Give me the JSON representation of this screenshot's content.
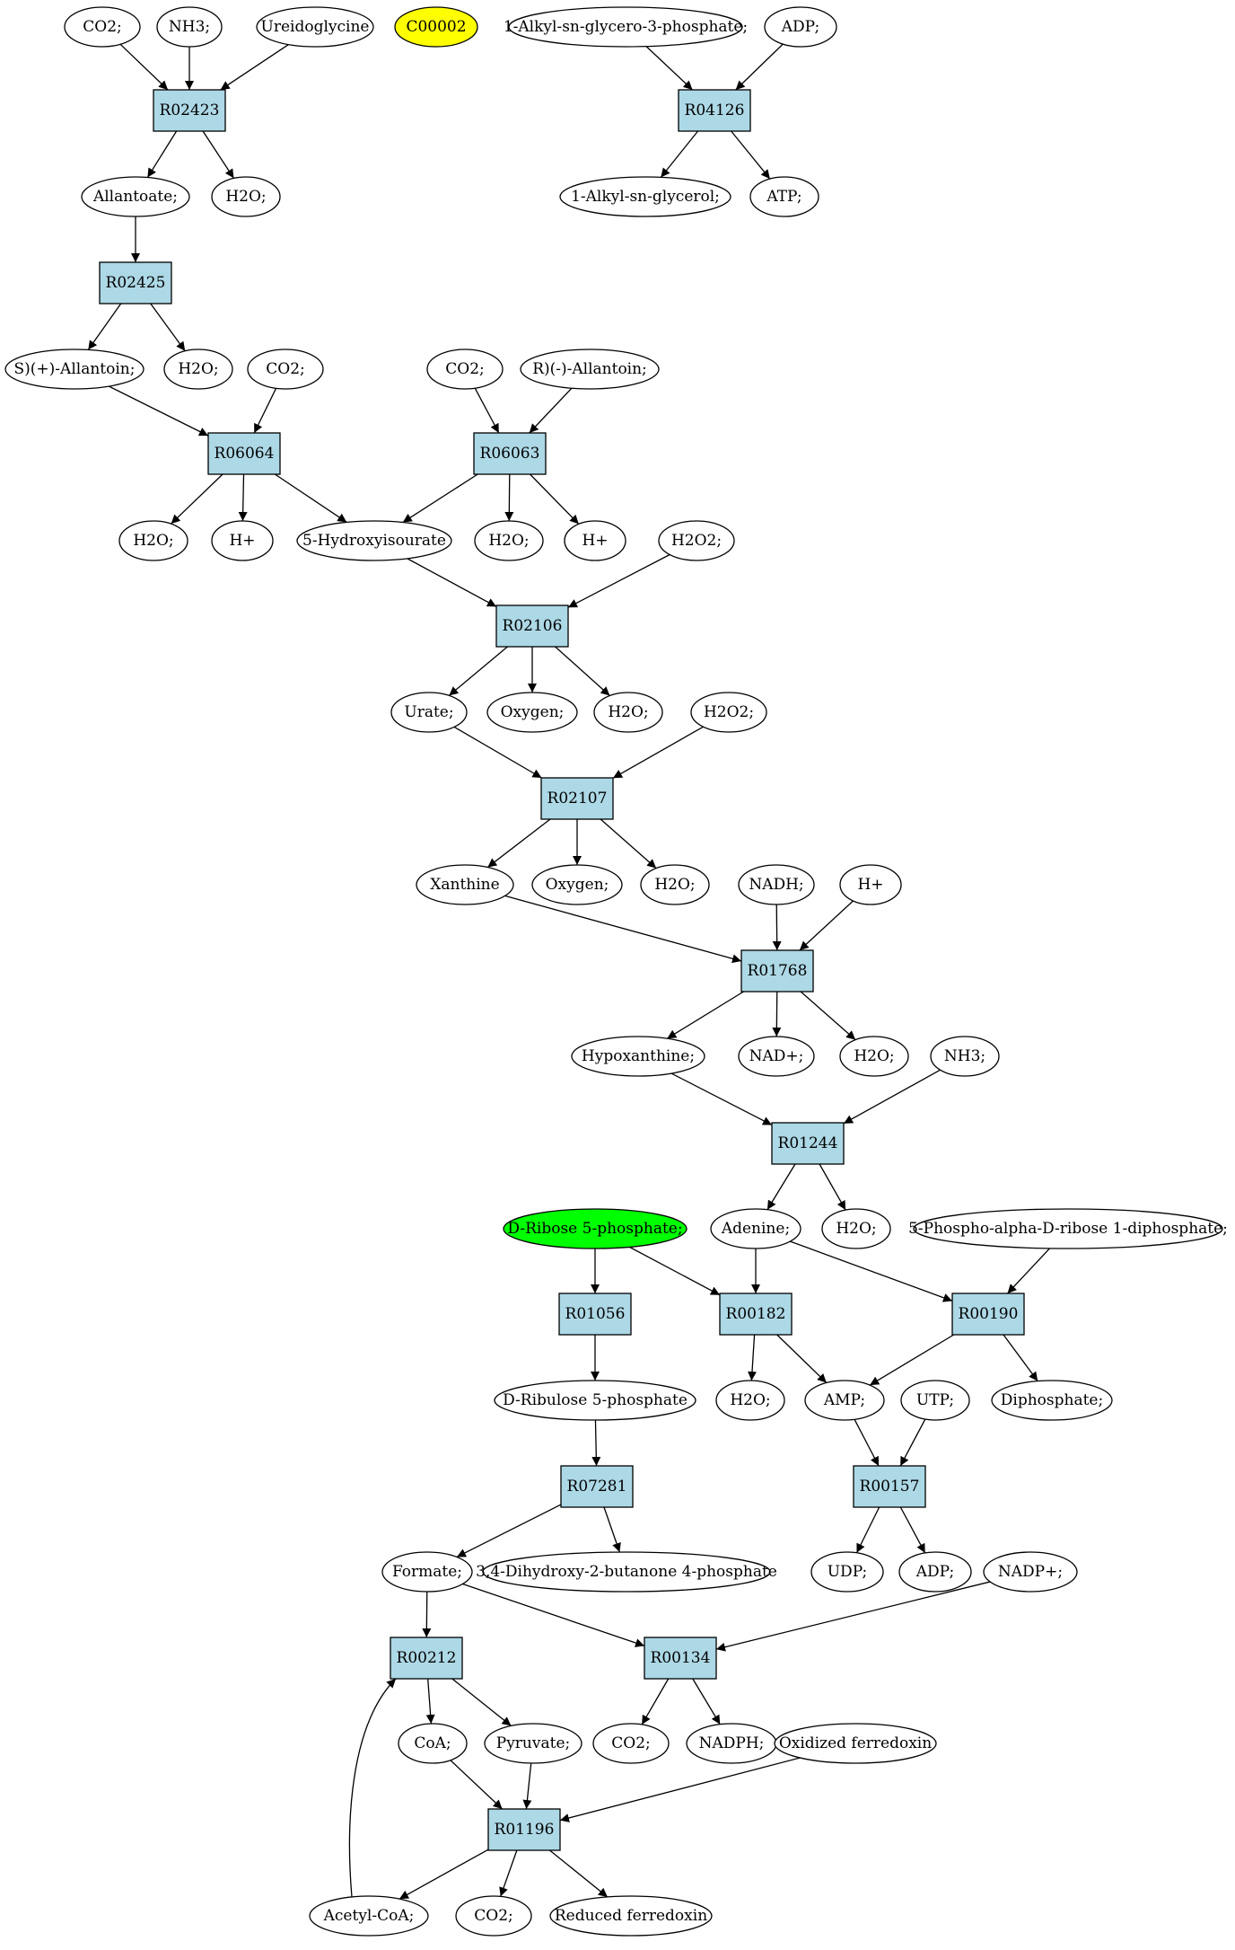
{
  "colors": {
    "reaction_fill": "#add8e6",
    "compound_fill": "#ffffff",
    "query_compound_fill": "#ffff00",
    "source_compound_fill": "#00ff00",
    "stroke": "#000000"
  },
  "nodes": [
    {
      "id": "c_co2_1",
      "kind": "compound",
      "label": "CO2;"
    },
    {
      "id": "c_nh3_1",
      "kind": "compound",
      "label": "NH3;"
    },
    {
      "id": "c_ureidoglycine",
      "kind": "compound",
      "label": "Ureidoglycine"
    },
    {
      "id": "c_c00002",
      "kind": "compound",
      "label": "C00002",
      "highlight": "query"
    },
    {
      "id": "c_alkyl_glycero_p",
      "kind": "compound",
      "label": "1-Alkyl-sn-glycero-3-phosphate;"
    },
    {
      "id": "c_adp_1",
      "kind": "compound",
      "label": "ADP;"
    },
    {
      "id": "r_R02423",
      "kind": "reaction",
      "label": "R02423"
    },
    {
      "id": "r_R04126",
      "kind": "reaction",
      "label": "R04126"
    },
    {
      "id": "c_allantoate",
      "kind": "compound",
      "label": "Allantoate;"
    },
    {
      "id": "c_h2o_1",
      "kind": "compound",
      "label": "H2O;"
    },
    {
      "id": "c_alkyl_glycerol",
      "kind": "compound",
      "label": "1-Alkyl-sn-glycerol;"
    },
    {
      "id": "c_atp",
      "kind": "compound",
      "label": "ATP;"
    },
    {
      "id": "r_R02425",
      "kind": "reaction",
      "label": "R02425"
    },
    {
      "id": "c_s_allantoin",
      "kind": "compound",
      "label": "S)(+)-Allantoin;"
    },
    {
      "id": "c_h2o_2",
      "kind": "compound",
      "label": "H2O;"
    },
    {
      "id": "c_co2_2",
      "kind": "compound",
      "label": "CO2;"
    },
    {
      "id": "c_co2_3",
      "kind": "compound",
      "label": "CO2;"
    },
    {
      "id": "c_r_allantoin",
      "kind": "compound",
      "label": "R)(-)-Allantoin;"
    },
    {
      "id": "r_R06064",
      "kind": "reaction",
      "label": "R06064"
    },
    {
      "id": "r_R06063",
      "kind": "reaction",
      "label": "R06063"
    },
    {
      "id": "c_h2o_3",
      "kind": "compound",
      "label": "H2O;"
    },
    {
      "id": "c_hplus_1",
      "kind": "compound",
      "label": "H+"
    },
    {
      "id": "c_hydroxyisourate",
      "kind": "compound",
      "label": "5-Hydroxyisourate"
    },
    {
      "id": "c_h2o_4",
      "kind": "compound",
      "label": "H2O;"
    },
    {
      "id": "c_hplus_2",
      "kind": "compound",
      "label": "H+"
    },
    {
      "id": "c_h2o2_1",
      "kind": "compound",
      "label": "H2O2;"
    },
    {
      "id": "r_R02106",
      "kind": "reaction",
      "label": "R02106"
    },
    {
      "id": "c_urate",
      "kind": "compound",
      "label": "Urate;"
    },
    {
      "id": "c_oxygen_1",
      "kind": "compound",
      "label": "Oxygen;"
    },
    {
      "id": "c_h2o_5",
      "kind": "compound",
      "label": "H2O;"
    },
    {
      "id": "c_h2o2_2",
      "kind": "compound",
      "label": "H2O2;"
    },
    {
      "id": "r_R02107",
      "kind": "reaction",
      "label": "R02107"
    },
    {
      "id": "c_xanthine",
      "kind": "compound",
      "label": "Xanthine"
    },
    {
      "id": "c_oxygen_2",
      "kind": "compound",
      "label": "Oxygen;"
    },
    {
      "id": "c_h2o_6",
      "kind": "compound",
      "label": "H2O;"
    },
    {
      "id": "c_nadh",
      "kind": "compound",
      "label": "NADH;"
    },
    {
      "id": "c_hplus_3",
      "kind": "compound",
      "label": "H+"
    },
    {
      "id": "r_R01768",
      "kind": "reaction",
      "label": "R01768"
    },
    {
      "id": "c_hypoxanthine",
      "kind": "compound",
      "label": "Hypoxanthine;"
    },
    {
      "id": "c_nadplus",
      "kind": "compound",
      "label": "NAD+;"
    },
    {
      "id": "c_h2o_7",
      "kind": "compound",
      "label": "H2O;"
    },
    {
      "id": "c_nh3_2",
      "kind": "compound",
      "label": "NH3;"
    },
    {
      "id": "r_R01244",
      "kind": "reaction",
      "label": "R01244"
    },
    {
      "id": "c_ribose5p",
      "kind": "compound",
      "label": "D-Ribose 5-phosphate;",
      "highlight": "source"
    },
    {
      "id": "c_adenine",
      "kind": "compound",
      "label": "Adenine;"
    },
    {
      "id": "c_h2o_8",
      "kind": "compound",
      "label": "H2O;"
    },
    {
      "id": "c_prpp",
      "kind": "compound",
      "label": "5-Phospho-alpha-D-ribose 1-diphosphate;"
    },
    {
      "id": "r_R01056",
      "kind": "reaction",
      "label": "R01056"
    },
    {
      "id": "r_R00182",
      "kind": "reaction",
      "label": "R00182"
    },
    {
      "id": "r_R00190",
      "kind": "reaction",
      "label": "R00190"
    },
    {
      "id": "c_ribulose5p",
      "kind": "compound",
      "label": "D-Ribulose 5-phosphate"
    },
    {
      "id": "c_h2o_9",
      "kind": "compound",
      "label": "H2O;"
    },
    {
      "id": "c_amp",
      "kind": "compound",
      "label": "AMP;"
    },
    {
      "id": "c_utp",
      "kind": "compound",
      "label": "UTP;"
    },
    {
      "id": "c_diphosphate",
      "kind": "compound",
      "label": "Diphosphate;"
    },
    {
      "id": "r_R07281",
      "kind": "reaction",
      "label": "R07281"
    },
    {
      "id": "r_R00157",
      "kind": "reaction",
      "label": "R00157"
    },
    {
      "id": "c_formate",
      "kind": "compound",
      "label": "Formate;"
    },
    {
      "id": "c_dhbp",
      "kind": "compound",
      "label": "3,4-Dihydroxy-2-butanone 4-phosphate"
    },
    {
      "id": "c_udp",
      "kind": "compound",
      "label": "UDP;"
    },
    {
      "id": "c_adp_2",
      "kind": "compound",
      "label": "ADP;"
    },
    {
      "id": "c_nadpplus",
      "kind": "compound",
      "label": "NADP+;"
    },
    {
      "id": "r_R00212",
      "kind": "reaction",
      "label": "R00212"
    },
    {
      "id": "r_R00134",
      "kind": "reaction",
      "label": "R00134"
    },
    {
      "id": "c_coa",
      "kind": "compound",
      "label": "CoA;"
    },
    {
      "id": "c_pyruvate",
      "kind": "compound",
      "label": "Pyruvate;"
    },
    {
      "id": "c_co2_4",
      "kind": "compound",
      "label": "CO2;"
    },
    {
      "id": "c_nadph",
      "kind": "compound",
      "label": "NADPH;"
    },
    {
      "id": "c_ox_ferredoxin",
      "kind": "compound",
      "label": "Oxidized ferredoxin"
    },
    {
      "id": "r_R01196",
      "kind": "reaction",
      "label": "R01196"
    },
    {
      "id": "c_acetylcoa",
      "kind": "compound",
      "label": "Acetyl-CoA;"
    },
    {
      "id": "c_co2_5",
      "kind": "compound",
      "label": "CO2;"
    },
    {
      "id": "c_red_ferredoxin",
      "kind": "compound",
      "label": "Reduced ferredoxin"
    }
  ],
  "edges": [
    {
      "from": "c_co2_1",
      "to": "r_R02423"
    },
    {
      "from": "c_nh3_1",
      "to": "r_R02423"
    },
    {
      "from": "c_ureidoglycine",
      "to": "r_R02423"
    },
    {
      "from": "r_R02423",
      "to": "c_allantoate"
    },
    {
      "from": "r_R02423",
      "to": "c_h2o_1"
    },
    {
      "from": "c_alkyl_glycero_p",
      "to": "r_R04126"
    },
    {
      "from": "c_adp_1",
      "to": "r_R04126"
    },
    {
      "from": "r_R04126",
      "to": "c_alkyl_glycerol"
    },
    {
      "from": "r_R04126",
      "to": "c_atp"
    },
    {
      "from": "c_allantoate",
      "to": "r_R02425"
    },
    {
      "from": "r_R02425",
      "to": "c_s_allantoin"
    },
    {
      "from": "r_R02425",
      "to": "c_h2o_2"
    },
    {
      "from": "c_s_allantoin",
      "to": "r_R06064"
    },
    {
      "from": "c_co2_2",
      "to": "r_R06064"
    },
    {
      "from": "c_co2_3",
      "to": "r_R06063"
    },
    {
      "from": "c_r_allantoin",
      "to": "r_R06063"
    },
    {
      "from": "r_R06064",
      "to": "c_h2o_3"
    },
    {
      "from": "r_R06064",
      "to": "c_hplus_1"
    },
    {
      "from": "r_R06064",
      "to": "c_hydroxyisourate"
    },
    {
      "from": "r_R06063",
      "to": "c_hydroxyisourate"
    },
    {
      "from": "r_R06063",
      "to": "c_h2o_4"
    },
    {
      "from": "r_R06063",
      "to": "c_hplus_2"
    },
    {
      "from": "c_hydroxyisourate",
      "to": "r_R02106"
    },
    {
      "from": "c_h2o2_1",
      "to": "r_R02106"
    },
    {
      "from": "r_R02106",
      "to": "c_urate"
    },
    {
      "from": "r_R02106",
      "to": "c_oxygen_1"
    },
    {
      "from": "r_R02106",
      "to": "c_h2o_5"
    },
    {
      "from": "c_urate",
      "to": "r_R02107"
    },
    {
      "from": "c_h2o2_2",
      "to": "r_R02107"
    },
    {
      "from": "r_R02107",
      "to": "c_xanthine"
    },
    {
      "from": "r_R02107",
      "to": "c_oxygen_2"
    },
    {
      "from": "r_R02107",
      "to": "c_h2o_6"
    },
    {
      "from": "c_xanthine",
      "to": "r_R01768"
    },
    {
      "from": "c_nadh",
      "to": "r_R01768"
    },
    {
      "from": "c_hplus_3",
      "to": "r_R01768"
    },
    {
      "from": "r_R01768",
      "to": "c_hypoxanthine"
    },
    {
      "from": "r_R01768",
      "to": "c_nadplus"
    },
    {
      "from": "r_R01768",
      "to": "c_h2o_7"
    },
    {
      "from": "c_hypoxanthine",
      "to": "r_R01244"
    },
    {
      "from": "c_nh3_2",
      "to": "r_R01244"
    },
    {
      "from": "r_R01244",
      "to": "c_adenine"
    },
    {
      "from": "r_R01244",
      "to": "c_h2o_8"
    },
    {
      "from": "c_ribose5p",
      "to": "r_R01056"
    },
    {
      "from": "c_ribose5p",
      "to": "r_R00182"
    },
    {
      "from": "c_adenine",
      "to": "r_R00182"
    },
    {
      "from": "c_adenine",
      "to": "r_R00190"
    },
    {
      "from": "c_prpp",
      "to": "r_R00190"
    },
    {
      "from": "r_R01056",
      "to": "c_ribulose5p"
    },
    {
      "from": "r_R00182",
      "to": "c_h2o_9"
    },
    {
      "from": "r_R00182",
      "to": "c_amp"
    },
    {
      "from": "r_R00190",
      "to": "c_amp"
    },
    {
      "from": "r_R00190",
      "to": "c_diphosphate"
    },
    {
      "from": "c_ribulose5p",
      "to": "r_R07281"
    },
    {
      "from": "c_amp",
      "to": "r_R00157"
    },
    {
      "from": "c_utp",
      "to": "r_R00157"
    },
    {
      "from": "r_R07281",
      "to": "c_formate"
    },
    {
      "from": "r_R07281",
      "to": "c_dhbp"
    },
    {
      "from": "r_R00157",
      "to": "c_udp"
    },
    {
      "from": "r_R00157",
      "to": "c_adp_2"
    },
    {
      "from": "c_formate",
      "to": "r_R00212"
    },
    {
      "from": "c_formate",
      "to": "r_R00134"
    },
    {
      "from": "c_nadpplus",
      "to": "r_R00134"
    },
    {
      "from": "r_R00212",
      "to": "c_coa"
    },
    {
      "from": "r_R00212",
      "to": "c_pyruvate"
    },
    {
      "from": "r_R00134",
      "to": "c_co2_4"
    },
    {
      "from": "r_R00134",
      "to": "c_nadph"
    },
    {
      "from": "c_coa",
      "to": "r_R01196"
    },
    {
      "from": "c_pyruvate",
      "to": "r_R01196"
    },
    {
      "from": "c_ox_ferredoxin",
      "to": "r_R01196"
    },
    {
      "from": "r_R01196",
      "to": "c_acetylcoa"
    },
    {
      "from": "r_R01196",
      "to": "c_co2_5"
    },
    {
      "from": "r_R01196",
      "to": "c_red_ferredoxin"
    },
    {
      "from": "c_acetylcoa",
      "to": "r_R00212"
    }
  ]
}
